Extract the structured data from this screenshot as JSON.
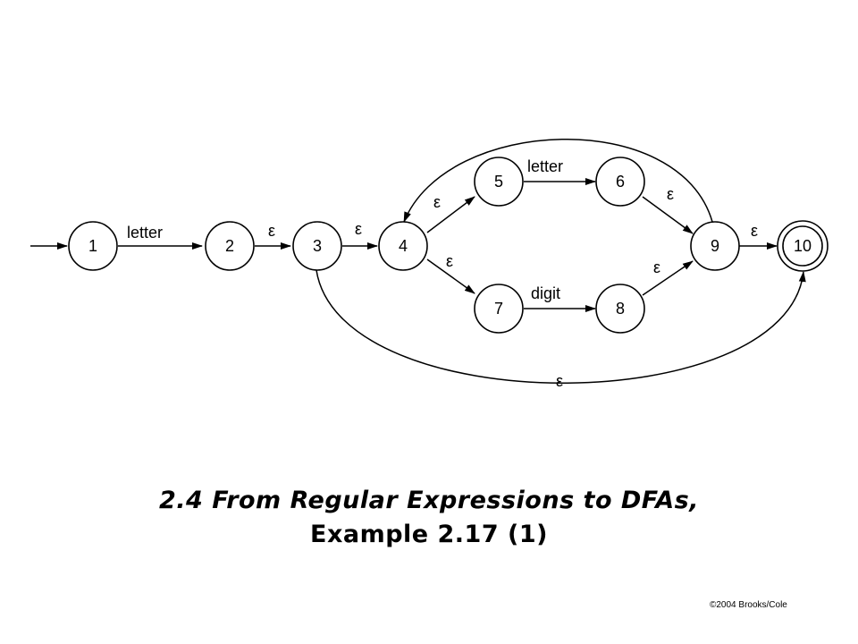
{
  "diagram": {
    "states": [
      "1",
      "2",
      "3",
      "4",
      "5",
      "6",
      "7",
      "8",
      "9",
      "10"
    ],
    "edge_labels": {
      "e1_2": "letter",
      "e2_3": "ε",
      "e3_4": "ε",
      "e4_5": "ε",
      "e5_6": "letter",
      "e6_9": "ε",
      "e4_7": "ε",
      "e7_8": "digit",
      "e8_9": "ε",
      "e9_10": "ε",
      "e3_10": "ε"
    }
  },
  "title": {
    "line1": "2.4  From Regular Expressions to DFAs,",
    "line2": "Example 2.17 (1)"
  },
  "copyright": "©2004 Brooks/Cole"
}
